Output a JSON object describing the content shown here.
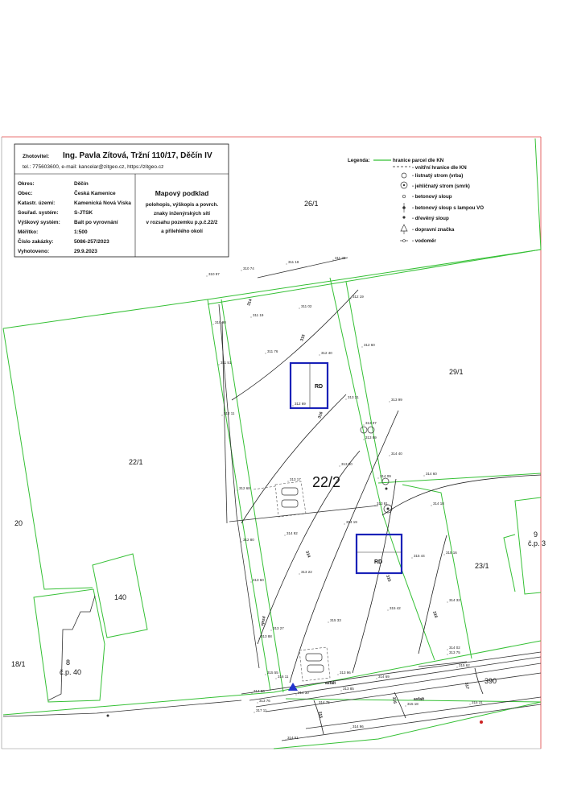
{
  "title_block": {
    "contractor_label": "Zhotovitel:",
    "contractor": "Ing. Pavla Zítová, Tržní 110/17, Děčín IV",
    "contact": "tel.: 775603600, e-mail: kancelar@zitgeo.cz, https://zitgeo.cz",
    "rows": [
      {
        "label": "Okres:",
        "value": "Děčín"
      },
      {
        "label": "Obec:",
        "value": "Česká Kamenice"
      },
      {
        "label": "Katastr. území:",
        "value": "Kamenická Nová Víska"
      },
      {
        "label": "Souřad. systém:",
        "value": "S-JTSK"
      },
      {
        "label": "Výškový systém:",
        "value": "Balt po vyrovnání"
      },
      {
        "label": "Měřítko:",
        "value": "1:500"
      },
      {
        "label": "Číslo zakázky:",
        "value": "5086-257/2023"
      },
      {
        "label": "Vyhotoveno:",
        "value": "29.9.2023"
      }
    ],
    "map_title": "Mapový podklad",
    "map_desc": [
      "polohopis, výškopis a povrch.",
      "znaky inženýrských sítí",
      "v rozsahu pozemku p.p.č.22/2",
      "a přilehlého okolí"
    ]
  },
  "legend": {
    "title": "Legenda:",
    "items": [
      {
        "symbol": "parcel-line",
        "text": "hranice parcel dle KN"
      },
      {
        "symbol": "inner-line",
        "text": "- vnitřní hranice dle KN"
      },
      {
        "symbol": "deciduous-tree",
        "text": "- listnatý strom (vrba)"
      },
      {
        "symbol": "conifer-tree",
        "text": "- jehličnatý strom (smrk)"
      },
      {
        "symbol": "concrete-pole",
        "text": "- betonový sloup"
      },
      {
        "symbol": "pole-with-lamp",
        "text": "- betonový sloup s lampou VO"
      },
      {
        "symbol": "wooden-pole",
        "text": "- dřevěný sloup"
      },
      {
        "symbol": "traffic-sign",
        "text": "- dopravní značka"
      },
      {
        "symbol": "water-meter",
        "text": "- vodoměr"
      }
    ]
  },
  "parcels": [
    "26/1",
    "29/1",
    "22/1",
    "22/2",
    "20",
    "140",
    "18/1",
    "8",
    "č.p. 40",
    "9",
    "č.p. 3",
    "23/1",
    "390"
  ],
  "building_codes": [
    "RD",
    "RD"
  ],
  "road_labels": [
    "asfalt",
    "asfalt",
    "vjezd"
  ],
  "contour_labels": [
    "314",
    "315",
    "316",
    "314",
    "315",
    "316",
    "317",
    "316",
    "315"
  ],
  "elevations": [
    "310 97",
    "310 74",
    "311 18",
    "311 39",
    "311 02",
    "311 19",
    "312 19",
    "310 90",
    "311 76",
    "312 40",
    "312 60",
    "311 51",
    "312 69",
    "313 21",
    "313 99",
    "312 11",
    "313 07",
    "313 89",
    "313 60",
    "314 40",
    "313 17",
    "314 09",
    "314 60",
    "312 68",
    "313 81",
    "314 19",
    "314 18",
    "314 92",
    "315 16",
    "315 44",
    "312 80",
    "313 22",
    "314 32",
    "313 60",
    "315 42",
    "313 27",
    "315 33",
    "313 88",
    "314 02",
    "313 75",
    "315 62",
    "315 55",
    "316 11",
    "313 96",
    "314 30",
    "314 69",
    "314 86",
    "313 76",
    "313 85",
    "314 75",
    "315 18",
    "315 31",
    "317 11",
    "314 51",
    "314 96"
  ],
  "colors": {
    "parcel": "#35c035",
    "plan": "#1a22b8",
    "frame": "#e04040"
  }
}
